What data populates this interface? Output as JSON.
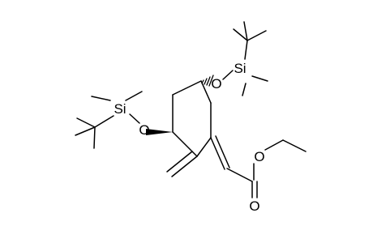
{
  "structure": {
    "atoms": {
      "o_left": "O",
      "si_left": "Si",
      "o_top": "O",
      "si_top": "Si",
      "o_ester_single": "O",
      "o_ester_carbonyl": "O"
    }
  }
}
